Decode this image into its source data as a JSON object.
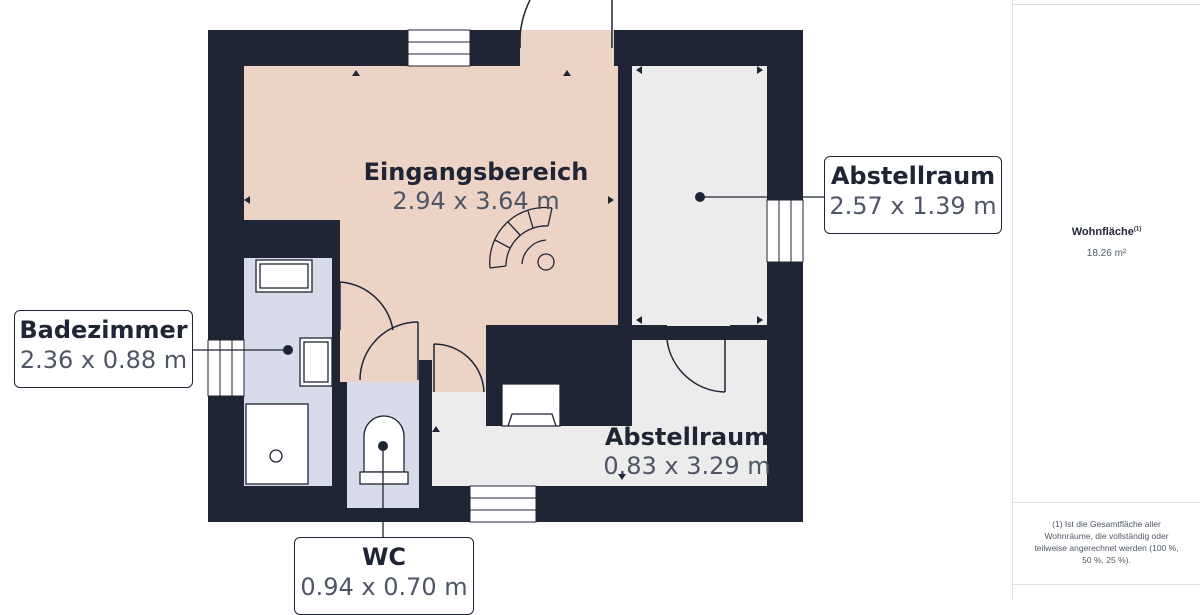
{
  "rooms": {
    "entrance": {
      "name": "Eingangsbereich",
      "dims": "2.94 x 3.64 m"
    },
    "storage_upper": {
      "name": "Abstellraum",
      "dims": "2.57 x 1.39 m"
    },
    "bathroom": {
      "name": "Badezimmer",
      "dims": "2.36 x 0.88 m"
    },
    "storage_lower": {
      "name": "Abstellraum",
      "dims": "0.83 x 3.29 m"
    },
    "wc": {
      "name": "WC",
      "dims": "0.94 x 0.70 m"
    }
  },
  "colors": {
    "wall": "#1f2535",
    "entrance_floor": "#ecd3c5",
    "storage_floor": "#ececec",
    "bath_floor": "#d8dcea",
    "text_primary": "#1f2535",
    "text_secondary": "#4e5666"
  },
  "sidebar": {
    "area_title": "Wohnfläche",
    "area_footnote_marker": "(1)",
    "area_value": "18.26 m²",
    "footnote": "(1) Ist die Gesamtfläche aller Wohnräume, die vollständig oder teilweise angerechnet werden (100 %, 50 %, 25 %)."
  }
}
